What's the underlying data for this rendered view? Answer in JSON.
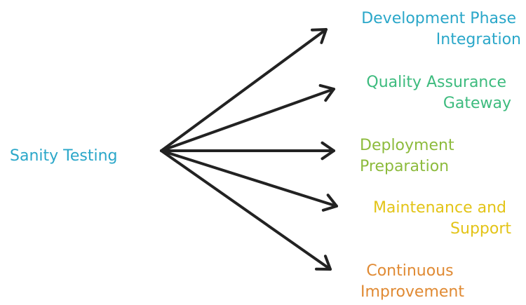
{
  "source": {
    "label": "Sanity Testing",
    "color": "#2aa7c9"
  },
  "targets": [
    {
      "lines": [
        "Development Phase",
        "Integration"
      ],
      "color": "#2aa7c9"
    },
    {
      "lines": [
        "Quality Assurance",
        "Gateway"
      ],
      "color": "#3dbb7e"
    },
    {
      "lines": [
        "Deployment",
        "Preparation"
      ],
      "color": "#8dbb3d"
    },
    {
      "lines": [
        "Maintenance and",
        "Support"
      ],
      "color": "#e3c417"
    },
    {
      "lines": [
        "Continuous",
        "Improvement"
      ],
      "color": "#e08a33"
    }
  ],
  "arrow_color": "#222222"
}
